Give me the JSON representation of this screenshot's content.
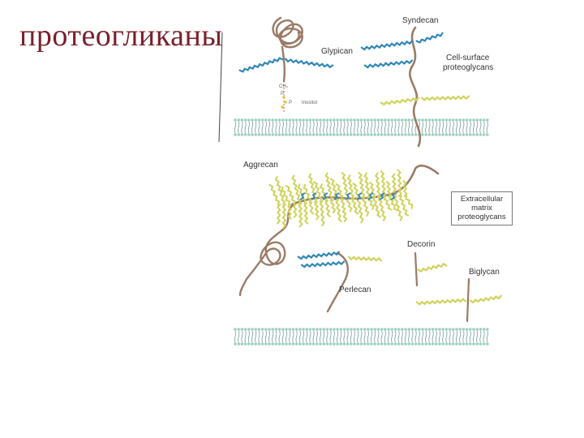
{
  "slide": {
    "title": "протеогликаны"
  },
  "labels": {
    "syndecan": "Syndecan",
    "glypican": "Glypican",
    "cell_surface_1": "Cell-surface",
    "cell_surface_2": "proteoglycans",
    "aggrecan": "Aggrecan",
    "ecm_1": "Extracellular",
    "ecm_2": "matrix",
    "ecm_3": "proteoglycans",
    "decorin": "Decorin",
    "biglycan": "Biglycan",
    "perlecan": "Perlecan",
    "gpi_1": "CH₂",
    "gpi_2": "P",
    "gpi_3": "Inositol",
    "gpi_4": "P"
  },
  "colors": {
    "title": "#7a1f2b",
    "core_protein": "#9b7a66",
    "heparan_sulfate": "#2f86b8",
    "chondroitin_sulfate": "#cfd25a",
    "membrane_head": "#9cd1c2",
    "membrane_tail": "#5f8f86"
  }
}
